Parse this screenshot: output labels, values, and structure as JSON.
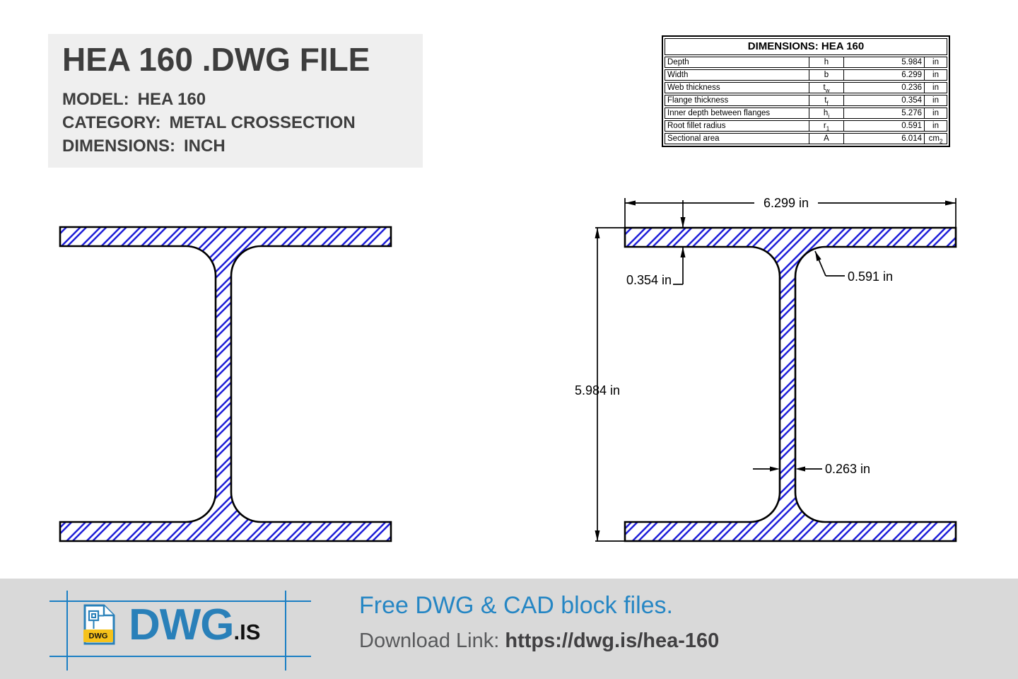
{
  "header": {
    "title": "HEA 160 .DWG FILE",
    "model_label": "MODEL:",
    "model_value": "HEA 160",
    "category_label": "CATEGORY:",
    "category_value": "METAL CROSSECTION",
    "dimensions_label": "DIMENSIONS:",
    "dimensions_value": "INCH"
  },
  "dimensions_table": {
    "title": "DIMENSIONS: HEA 160",
    "rows": [
      {
        "name": "Depth",
        "sym_base": "h",
        "sym_sub": "",
        "value": "5.984",
        "unit_base": "in",
        "unit_sub": ""
      },
      {
        "name": "Width",
        "sym_base": "b",
        "sym_sub": "",
        "value": "6.299",
        "unit_base": "in",
        "unit_sub": ""
      },
      {
        "name": "Web thickness",
        "sym_base": "t",
        "sym_sub": "w",
        "value": "0.236",
        "unit_base": "in",
        "unit_sub": ""
      },
      {
        "name": "Flange thickness",
        "sym_base": "t",
        "sym_sub": "f",
        "value": "0.354",
        "unit_base": "in",
        "unit_sub": ""
      },
      {
        "name": "Inner depth between flanges",
        "sym_base": "h",
        "sym_sub": "i",
        "value": "5.276",
        "unit_base": "in",
        "unit_sub": ""
      },
      {
        "name": "Root fillet radius",
        "sym_base": "r",
        "sym_sub": "1",
        "value": "0.591",
        "unit_base": "in",
        "unit_sub": ""
      },
      {
        "name": "Sectional area",
        "sym_base": "A",
        "sym_sub": "",
        "value": "6.014",
        "unit_base": "cm",
        "unit_sub": "2"
      }
    ]
  },
  "drawing_dims": {
    "width_dim": "6.299 in",
    "depth_dim": "5.984 in",
    "flange_thickness_dim": "0.354 in",
    "fillet_radius_dim": "0.591 in",
    "web_thickness_dim": "0.263 in",
    "hatch_color": "#1414d6",
    "outline_color": "#000000"
  },
  "footer": {
    "logo_text": "DWG",
    "logo_suffix": ".IS",
    "logo_file_label": "DWG",
    "tagline": "Free DWG & CAD block files.",
    "download_label": "Download Link:",
    "download_url": "https://dwg.is/hea-160",
    "accent_color": "#2586c4"
  }
}
